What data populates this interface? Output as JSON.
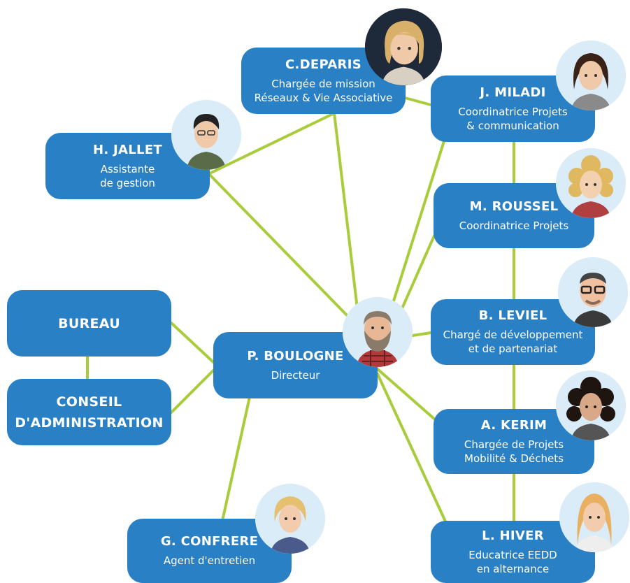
{
  "colors": {
    "node_fill": "#2a80c4",
    "connector": "#a8cc3a",
    "avatar_bg": "#d9ecf8",
    "text": "#ffffff"
  },
  "groups": {
    "bureau": {
      "name": "BUREAU"
    },
    "conseil": {
      "name_line1": "CONSEIL",
      "name_line2": "D'ADMINISTRATION"
    }
  },
  "people": {
    "director": {
      "name": "P. BOULOGNE",
      "role": "Directeur",
      "avatar_icon": "bearded-man-avatar-icon"
    },
    "deparis": {
      "name": "C.DEPARIS",
      "role_line1": "Chargée de mission",
      "role_line2": "Réseaux & Vie Associative",
      "avatar_icon": "blonde-woman-avatar-icon"
    },
    "jallet": {
      "name": "H. JALLET",
      "role_line1": "Assistante",
      "role_line2": "de gestion",
      "avatar_icon": "young-man-avatar-icon"
    },
    "miladi": {
      "name": "J. MILADI",
      "role_line1": "Coordinatrice Projets",
      "role_line2": "& communication",
      "avatar_icon": "brunette-woman-avatar-icon"
    },
    "roussel": {
      "name": "M. ROUSSEL",
      "role": "Coordinatrice Projets",
      "avatar_icon": "curly-blonde-woman-avatar-icon"
    },
    "leviel": {
      "name": "B. LEVIEL",
      "role_line1": "Chargé de développement",
      "role_line2": "et de partenariat",
      "avatar_icon": "glasses-man-avatar-icon"
    },
    "kerim": {
      "name": "A. KERIM",
      "role_line1": "Chargée de Projets",
      "role_line2": "Mobilité & Déchets",
      "avatar_icon": "curly-dark-woman-avatar-icon"
    },
    "hiver": {
      "name": "L. HIVER",
      "role_line1": "Educatrice EEDD",
      "role_line2": "en alternance",
      "avatar_icon": "long-blonde-woman-avatar-icon"
    },
    "confrere": {
      "name": "G. CONFRERE",
      "role": "Agent d'entretien",
      "avatar_icon": "short-blonde-woman-avatar-icon"
    }
  }
}
